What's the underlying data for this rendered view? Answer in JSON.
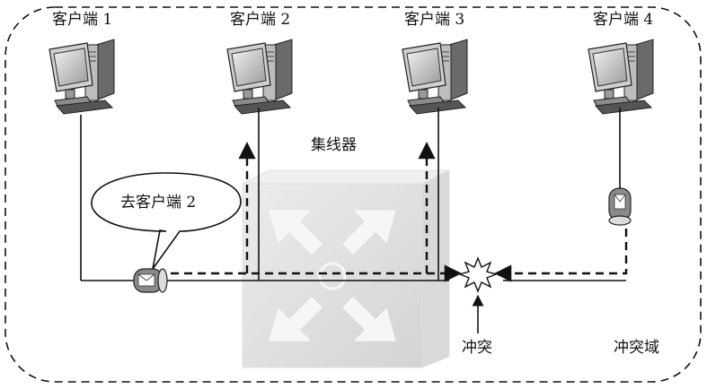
{
  "clients": [
    {
      "label": "客户端 1"
    },
    {
      "label": "客户端 2"
    },
    {
      "label": "客户端 3"
    },
    {
      "label": "客户端 4"
    }
  ],
  "hub": {
    "label": "集线器"
  },
  "bubble": {
    "label": "去客户端 2"
  },
  "collision": {
    "label": "冲突"
  },
  "collision_domain": {
    "label": "冲突域"
  },
  "colors": {
    "line": "#111111",
    "hub_fill": "#e3e3e3",
    "hub_arrow": "#f4f4f4"
  }
}
